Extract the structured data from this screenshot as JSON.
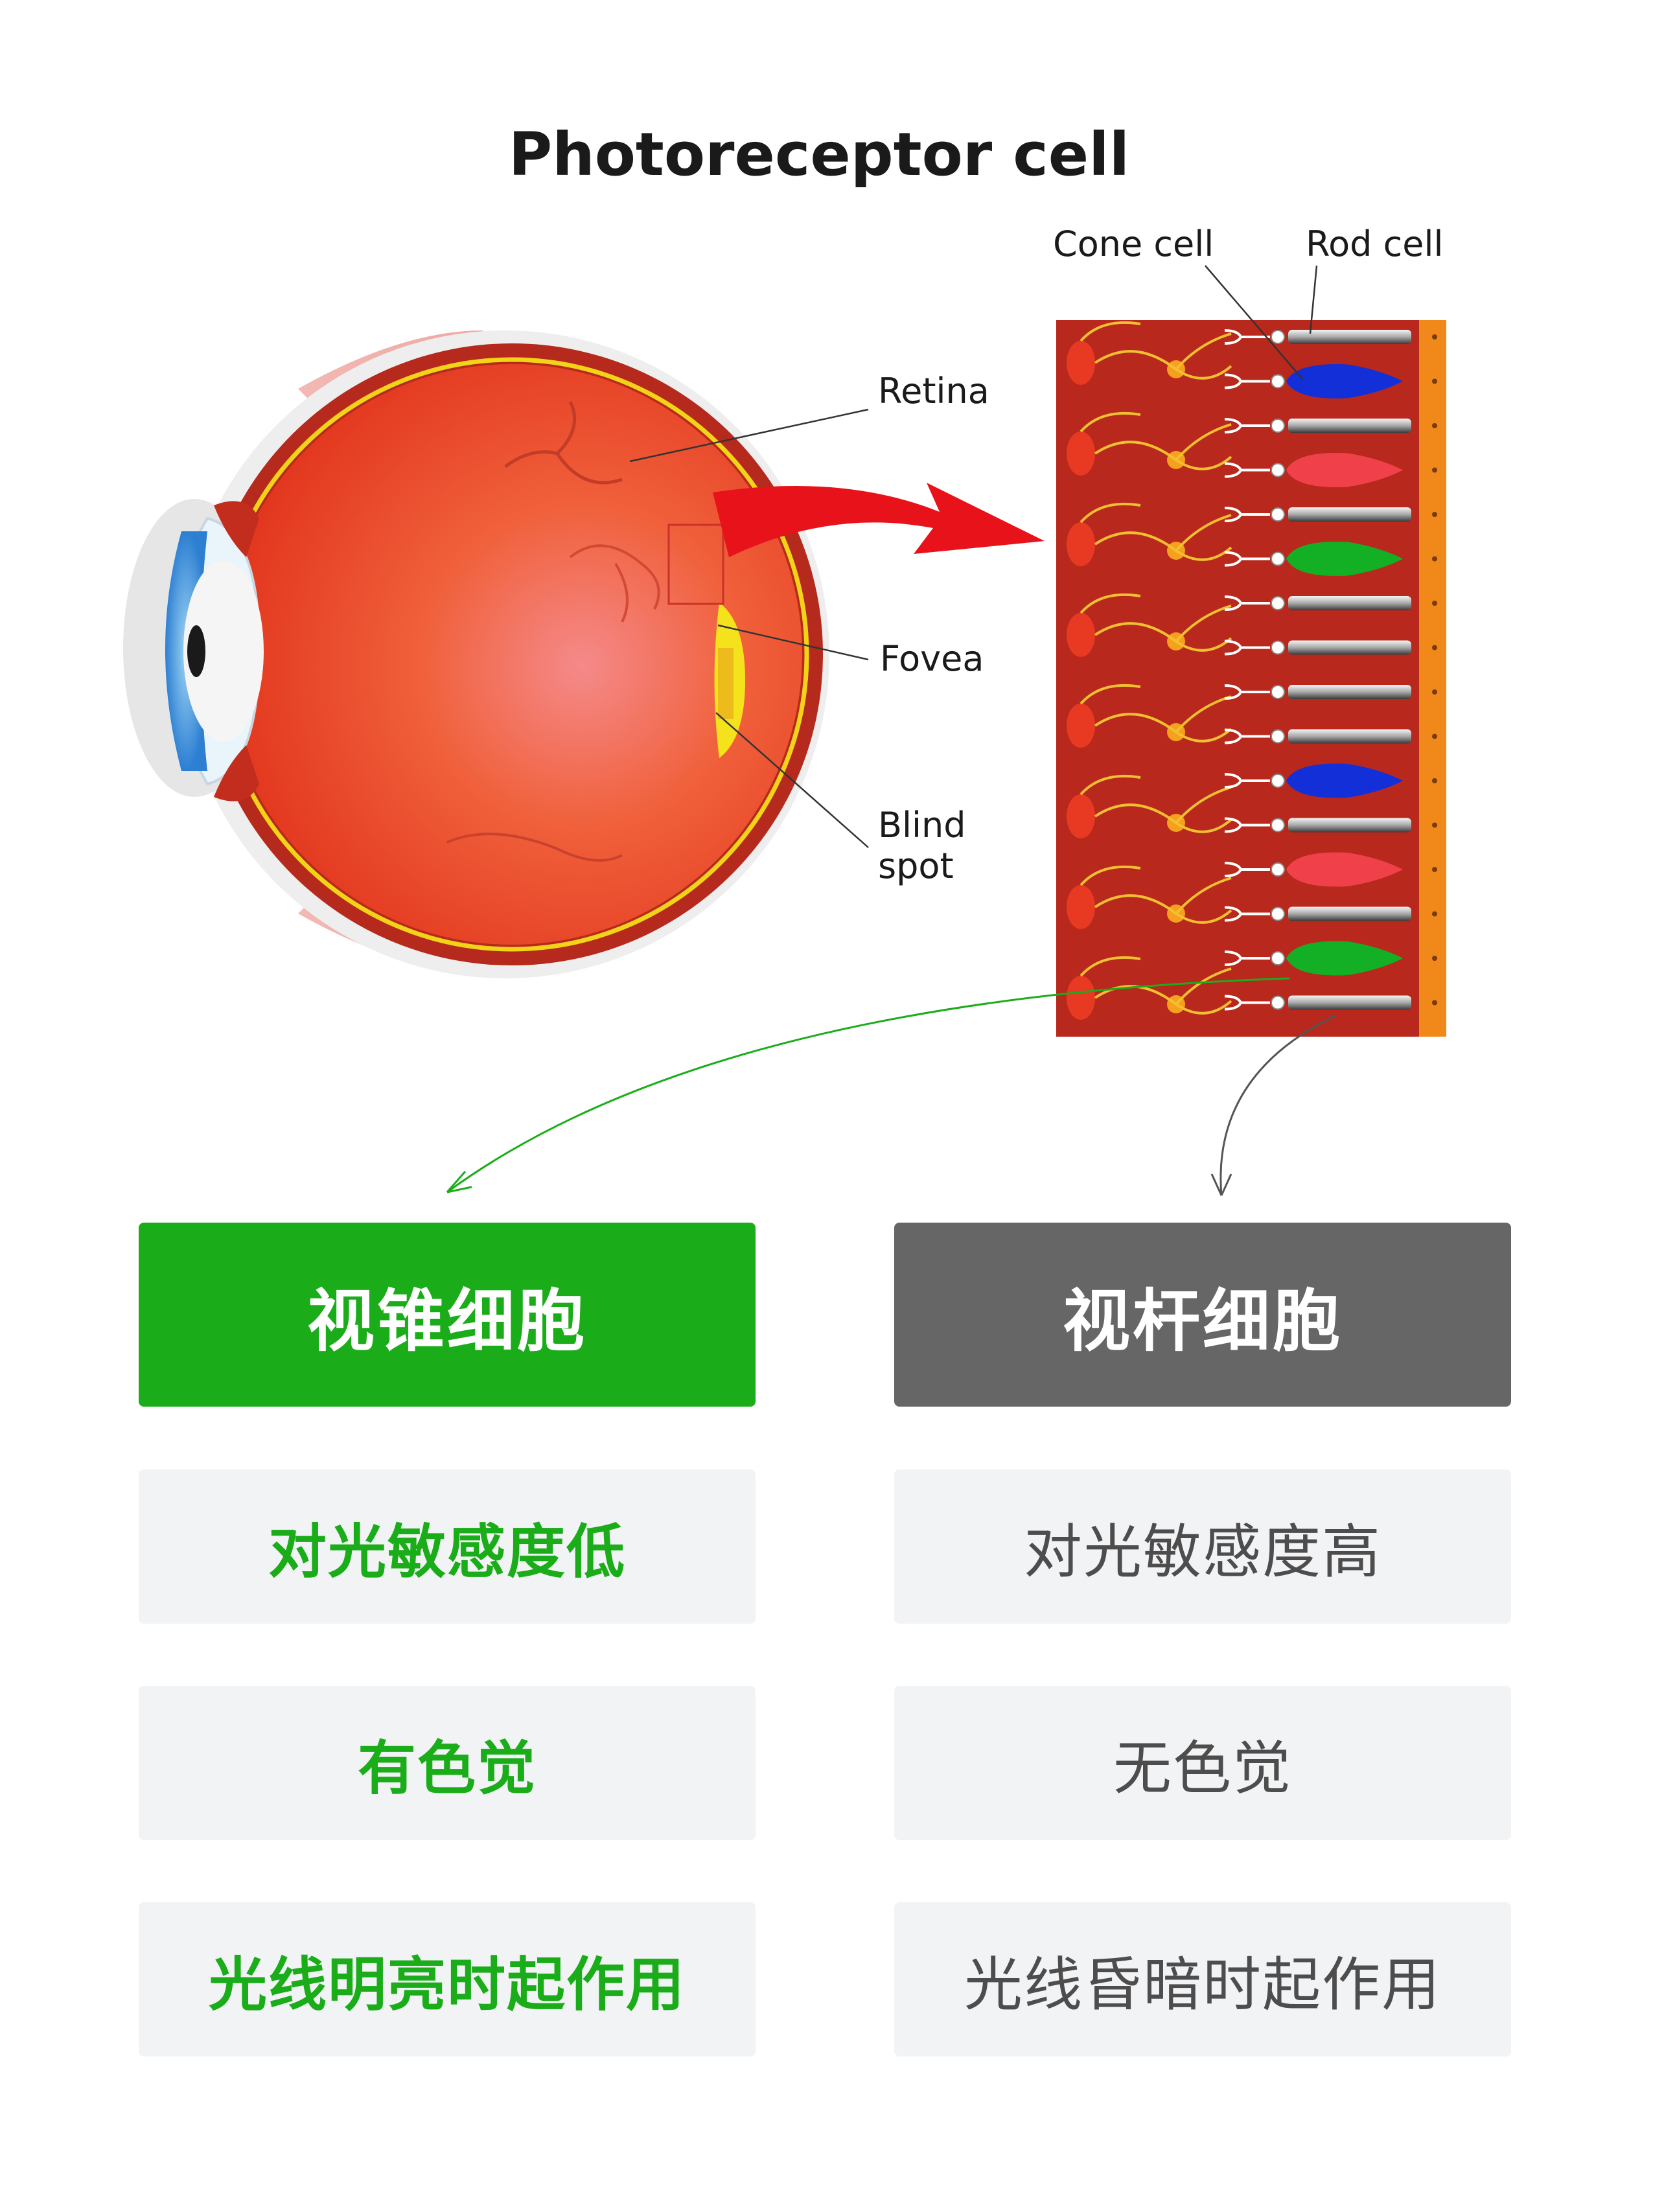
{
  "figure": {
    "title": "Photoreceptor cell",
    "labels": {
      "cone_cell": "Cone cell",
      "rod_cell": "Rod cell",
      "retina": "Retina",
      "fovea": "Fovea",
      "blind_line1": "Blind",
      "blind_line2": "spot"
    },
    "photoreceptor_column": [
      "rod",
      "blue",
      "rod",
      "red",
      "rod",
      "green",
      "rod",
      "rod",
      "rod",
      "rod",
      "blue",
      "rod",
      "red",
      "rod",
      "green",
      "rod"
    ]
  },
  "table": {
    "cone": {
      "header": "视锥细胞",
      "rows": [
        "对光敏感度低",
        "有色觉",
        "光线明亮时起作用"
      ]
    },
    "rod": {
      "header": "视杆细胞",
      "rows": [
        "对光敏感度高",
        "无色觉",
        "光线昏暗时起作用"
      ]
    }
  },
  "colors": {
    "cone_accent": "#1aad19",
    "rod_accent": "#666666",
    "cell_background": "#f2f3f5",
    "arrow_red": "#e8121a"
  }
}
